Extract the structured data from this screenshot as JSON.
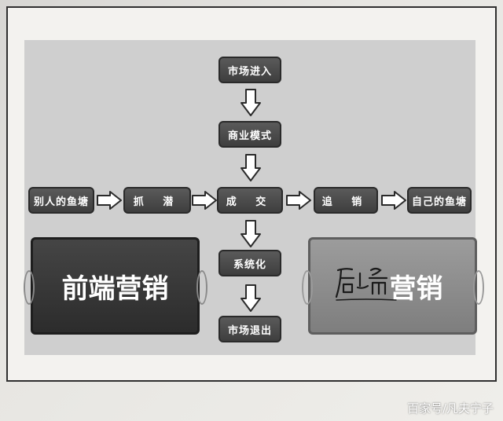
{
  "diagram": {
    "nodes": {
      "market_entry": "市场进入",
      "business_model": "商业模式",
      "others_pond": "别人的鱼塘",
      "grab": "抓  潜",
      "deal": "成  交",
      "upsell": "追  销",
      "own_pond": "自己的鱼塘",
      "systematize": "系统化",
      "market_exit": "市场退出"
    },
    "banners": {
      "front_end": "前端营销",
      "back_end_handwritten": "后端",
      "back_end_print": "营销"
    }
  },
  "watermark": "百家号/凡夫宁子",
  "colors": {
    "node_fill": "#4a4a4a",
    "panel": "#cfcfcf",
    "left_banner": "#333333",
    "right_banner": "#8c8c8c"
  }
}
